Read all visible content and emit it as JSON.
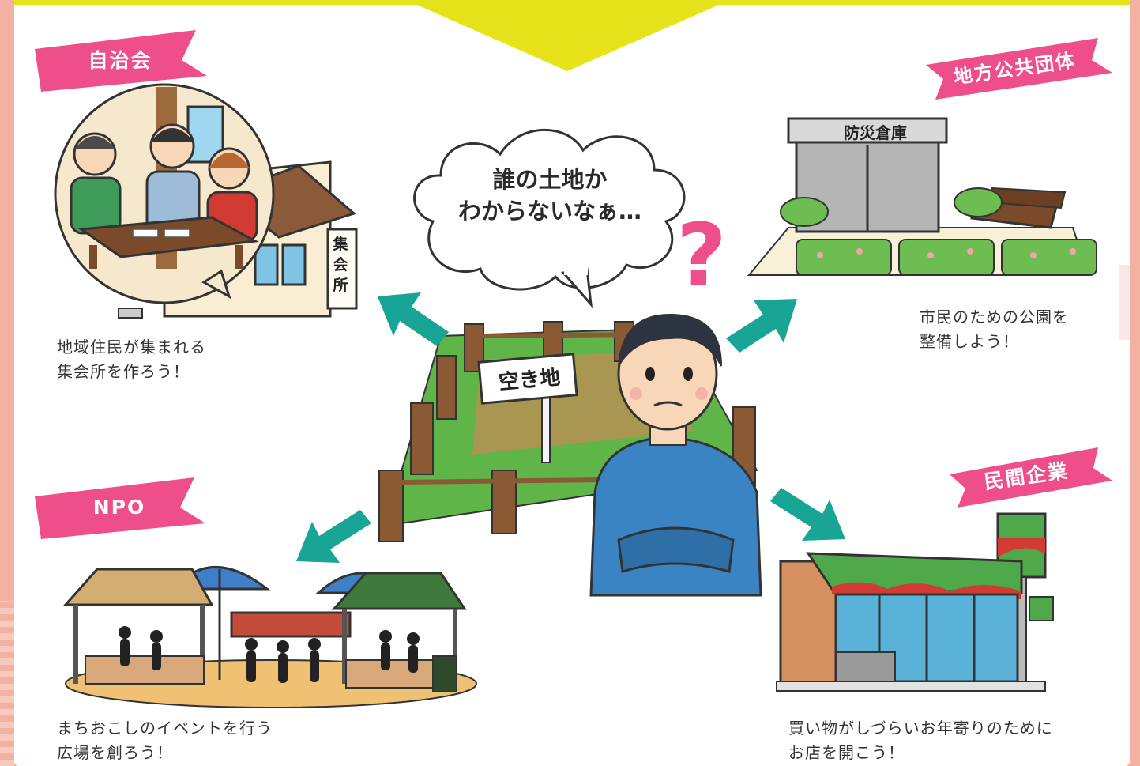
{
  "groups": {
    "jichikai": {
      "label": "自治会",
      "caption_line1": "地域住民が集まれる",
      "caption_line2": "集会所を作ろう！",
      "building_sign": "集会所"
    },
    "chiho": {
      "label": "地方公共団体",
      "caption_line1": "市民のための公園を",
      "caption_line2": "整備しよう！",
      "shed_sign": "防災倉庫"
    },
    "npo": {
      "label": "NPO",
      "caption_line1": "まちおこしのイベントを行う",
      "caption_line2": "広場を創ろう！"
    },
    "minkan": {
      "label": "民間企業",
      "caption_line1": "買い物がしづらいお年寄りのために",
      "caption_line2": "お店を開こう！"
    }
  },
  "center": {
    "bubble_line1": "誰の土地か",
    "bubble_line2": "わからないなぁ…",
    "sign": "空き地",
    "question_mark": "?"
  },
  "colors": {
    "ribbon": "#ee4f8a",
    "arrow": "#18a596",
    "funnel": "#e6e31a",
    "background": "#f3b1a2"
  }
}
